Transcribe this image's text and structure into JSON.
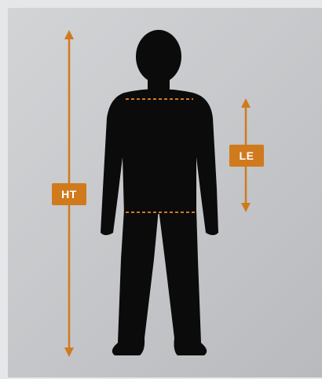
{
  "labels": {
    "height": "HT",
    "length": "LE"
  },
  "colors": {
    "accent": "#d07a1e",
    "silhouette": "#0b0b0b",
    "background": "#c4c6c9"
  },
  "icons": {
    "height_arrow": "double-arrow-vertical",
    "length_arrow": "double-arrow-vertical",
    "figure": "child-silhouette"
  }
}
